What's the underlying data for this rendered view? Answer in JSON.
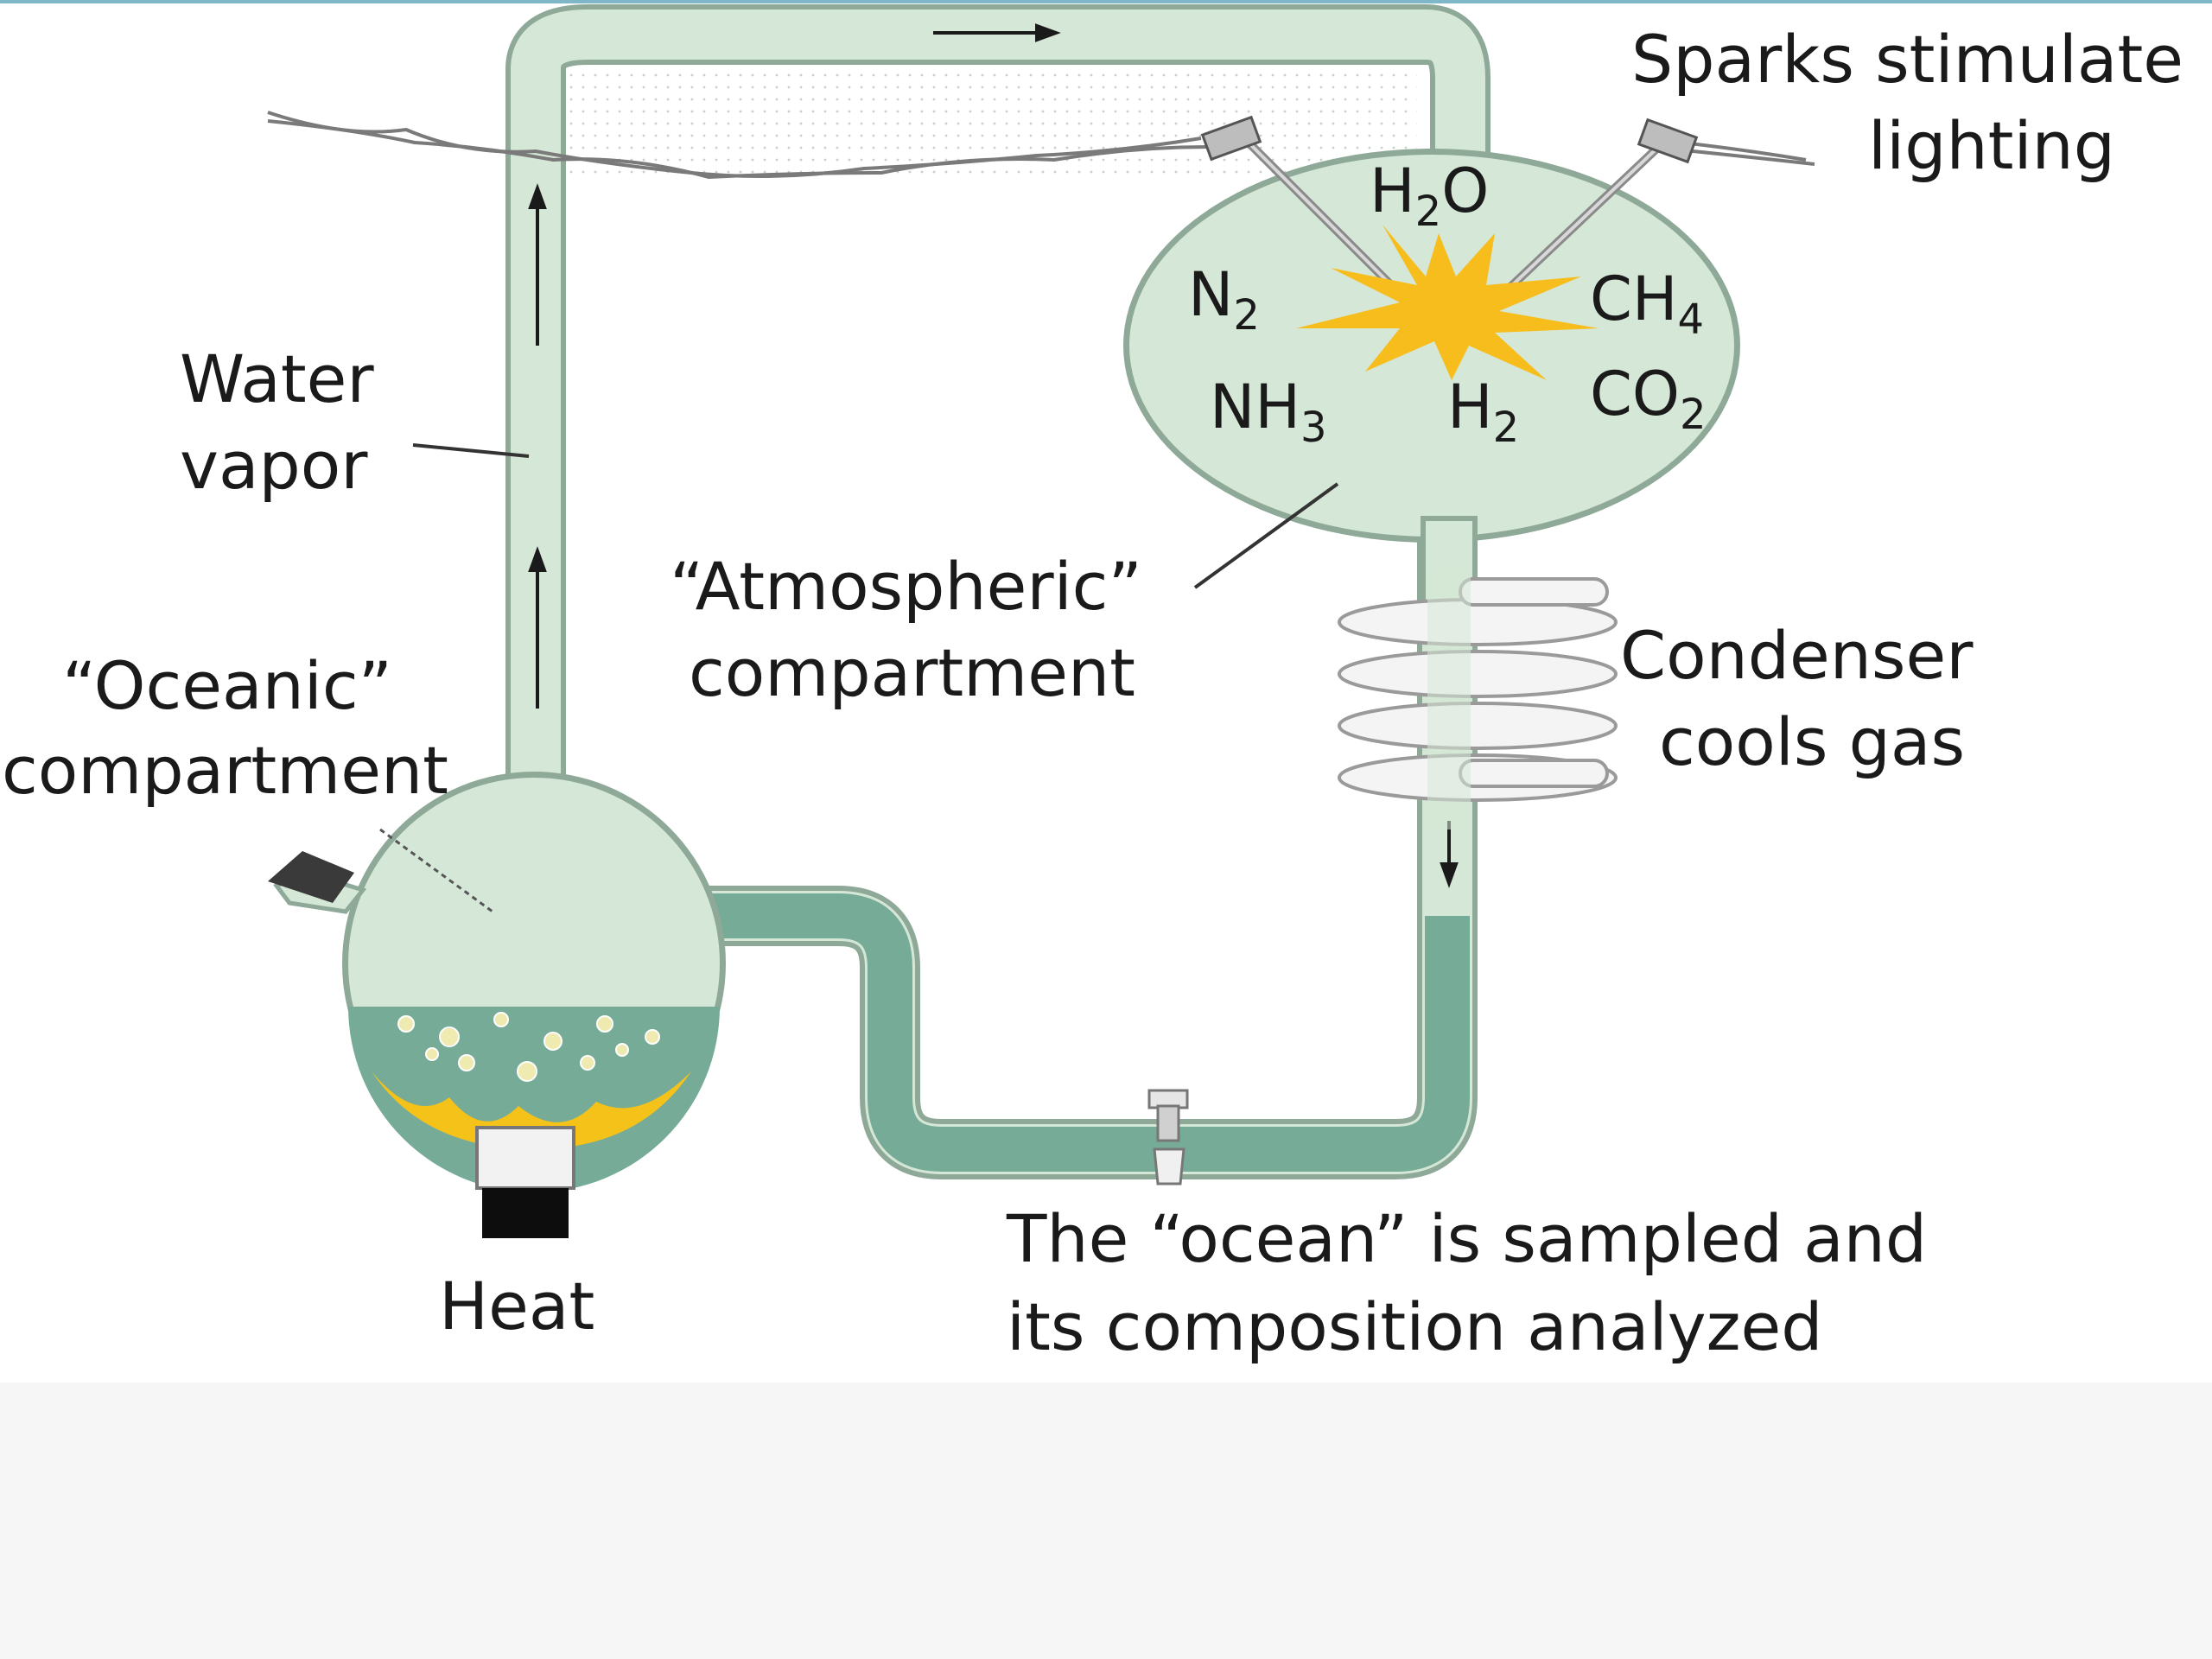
{
  "diagram": {
    "labels": {
      "sparks_line1": "Sparks stimulate",
      "sparks_line2": "lighting",
      "water_vapor_line1": "Water",
      "water_vapor_line2": "vapor",
      "atmospheric_line1": "“Atmospheric”",
      "atmospheric_line2": "compartment",
      "oceanic_line1": "“Oceanic”",
      "oceanic_line2": "compartment",
      "condenser_line1": "Condenser",
      "condenser_line2": "cools gas",
      "heat": "Heat",
      "ocean_line1": "The “ocean” is sampled and",
      "ocean_line2": "its composition analyzed"
    },
    "gases": [
      {
        "id": "h2o",
        "base": "H",
        "sub": "2",
        "tail": "O"
      },
      {
        "id": "n2",
        "base": "N",
        "sub": "2",
        "tail": ""
      },
      {
        "id": "ch4",
        "base": "CH",
        "sub": "4",
        "tail": ""
      },
      {
        "id": "nh3",
        "base": "NH",
        "sub": "3",
        "tail": ""
      },
      {
        "id": "h2",
        "base": "H",
        "sub": "2",
        "tail": ""
      },
      {
        "id": "co2",
        "base": "CO",
        "sub": "2",
        "tail": ""
      }
    ],
    "colors": {
      "glass": "#d5e7d6",
      "glass_outline": "#8fa999",
      "liquid": "#76ab97",
      "spark": "#f7bd1c",
      "heat_flame": "#f5c21a",
      "text": "#1a1a1a"
    }
  }
}
